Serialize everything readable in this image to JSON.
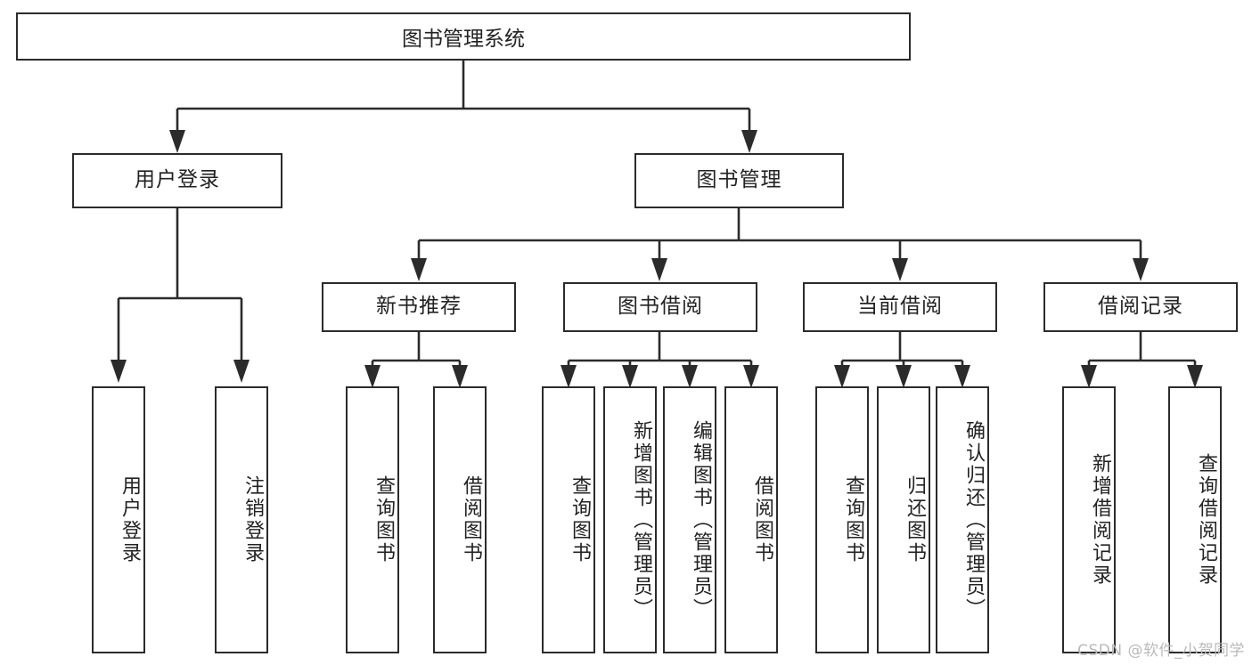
{
  "diagram": {
    "title": "图书管理系统",
    "type": "tree-hierarchy-diagram",
    "colors": {
      "border": "#2b2b2b",
      "background": "#ffffff",
      "text": "#222222",
      "watermark": "#b9b9b9"
    },
    "root": {
      "label": "图书管理系统"
    },
    "level2": [
      {
        "label": "用户登录"
      },
      {
        "label": "图书管理"
      }
    ],
    "level3": [
      {
        "label": "新书推荐"
      },
      {
        "label": "图书借阅"
      },
      {
        "label": "当前借阅"
      },
      {
        "label": "借阅记录"
      }
    ],
    "leaves": {
      "user_login": [
        {
          "label": "用户登录"
        },
        {
          "label": "注销登录"
        }
      ],
      "new_book_recommend": [
        {
          "label": "查询图书"
        },
        {
          "label": "借阅图书"
        }
      ],
      "book_borrow": [
        {
          "label": "查询图书"
        },
        {
          "label": "新增图书（管理员）"
        },
        {
          "label": "编辑图书（管理员）"
        },
        {
          "label": "借阅图书"
        }
      ],
      "current_borrow": [
        {
          "label": "查询图书"
        },
        {
          "label": "归还图书"
        },
        {
          "label": "确认归还（管理员）"
        }
      ],
      "borrow_record": [
        {
          "label": "新增借阅记录"
        },
        {
          "label": "查询借阅记录"
        }
      ]
    }
  },
  "watermark": {
    "text": "CSDN @软件_小贺同学"
  }
}
